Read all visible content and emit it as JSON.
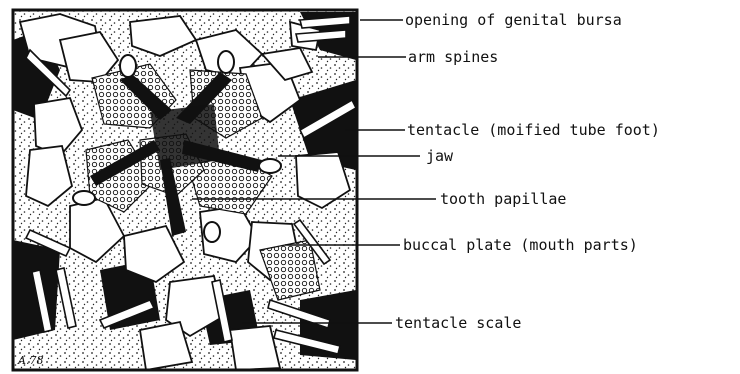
{
  "labels": [
    {
      "id": "genital-bursa",
      "text": "opening of genital bursa"
    },
    {
      "id": "arm-spines",
      "text": "arm spines"
    },
    {
      "id": "tentacle",
      "text": "tentacle (moified tube foot)"
    },
    {
      "id": "jaw",
      "text": "jaw"
    },
    {
      "id": "tooth-papillae",
      "text": "tooth papillae"
    },
    {
      "id": "buccal-plate",
      "text": "buccal plate (mouth parts)"
    },
    {
      "id": "tentacle-scale",
      "text": "tentacle scale"
    }
  ],
  "signature": "A.78",
  "colors": {
    "ink": "#111111",
    "paper": "#ffffff"
  }
}
